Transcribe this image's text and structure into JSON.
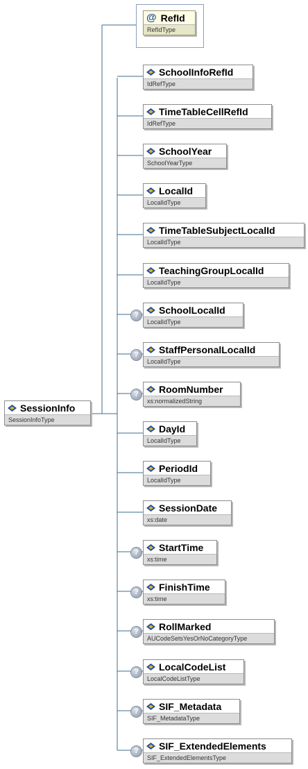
{
  "root": {
    "name": "SessionInfo",
    "type": "SessionInfoType"
  },
  "attribute": {
    "name": "RefId",
    "type": "RefIdType"
  },
  "optional_icon": "question-mark",
  "elements": [
    {
      "name": "SchoolInfoRefId",
      "type": "IdRefType",
      "optional": false
    },
    {
      "name": "TimeTableCellRefId",
      "type": "IdRefType",
      "optional": false
    },
    {
      "name": "SchoolYear",
      "type": "SchoolYearType",
      "optional": false
    },
    {
      "name": "LocalId",
      "type": "LocalIdType",
      "optional": false
    },
    {
      "name": "TimeTableSubjectLocalId",
      "type": "LocalIdType",
      "optional": false
    },
    {
      "name": "TeachingGroupLocalId",
      "type": "LocalIdType",
      "optional": false
    },
    {
      "name": "SchoolLocalId",
      "type": "LocalIdType",
      "optional": true
    },
    {
      "name": "StaffPersonalLocalId",
      "type": "LocalIdType",
      "optional": true
    },
    {
      "name": "RoomNumber",
      "type": "xs:normalizedString",
      "optional": true
    },
    {
      "name": "DayId",
      "type": "LocalIdType",
      "optional": false
    },
    {
      "name": "PeriodId",
      "type": "LocalIdType",
      "optional": false
    },
    {
      "name": "SessionDate",
      "type": "xs:date",
      "optional": false
    },
    {
      "name": "StartTime",
      "type": "xs:time",
      "optional": true
    },
    {
      "name": "FinishTime",
      "type": "xs:time",
      "optional": true
    },
    {
      "name": "RollMarked",
      "type": "AUCodeSetsYesOrNoCategoryType",
      "optional": true
    },
    {
      "name": "LocalCodeList",
      "type": "LocalCodeListType",
      "optional": true
    },
    {
      "name": "SIF_Metadata",
      "type": "SIF_MetadataType",
      "optional": true
    },
    {
      "name": "SIF_ExtendedElements",
      "type": "SIF_ExtendedElementsType",
      "optional": true
    }
  ],
  "colors": {
    "connector": "#3c6e8c",
    "element_icon_blue": "#1f4f9e",
    "element_icon_gold": "#e6b31e"
  }
}
